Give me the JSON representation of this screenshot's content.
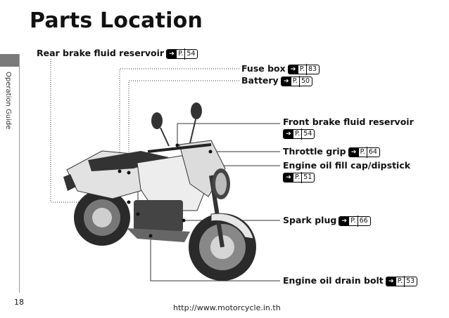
{
  "page": {
    "title": "Parts Location",
    "side_label": "Operation Guide",
    "number": "18",
    "footer_url": "http://www.motorcycle.in.th"
  },
  "callouts": [
    {
      "label": "Rear brake fluid reservoir",
      "ref_p": "P.",
      "ref_num": "54"
    },
    {
      "label": "Fuse box",
      "ref_p": "P.",
      "ref_num": "83"
    },
    {
      "label": "Battery",
      "ref_p": "P.",
      "ref_num": "50"
    },
    {
      "label": "Front brake fluid reservoir",
      "ref_p": "P.",
      "ref_num": "54"
    },
    {
      "label": "Throttle grip",
      "ref_p": "P.",
      "ref_num": "64"
    },
    {
      "label": "Engine oil fill cap/dipstick",
      "ref_p": "P.",
      "ref_num": "51"
    },
    {
      "label": "Spark plug",
      "ref_p": "P.",
      "ref_num": "66"
    },
    {
      "label": "Engine oil drain bolt",
      "ref_p": "P.",
      "ref_num": "53"
    }
  ],
  "icons": {
    "ref_arrow": "right-arrow-icon"
  }
}
